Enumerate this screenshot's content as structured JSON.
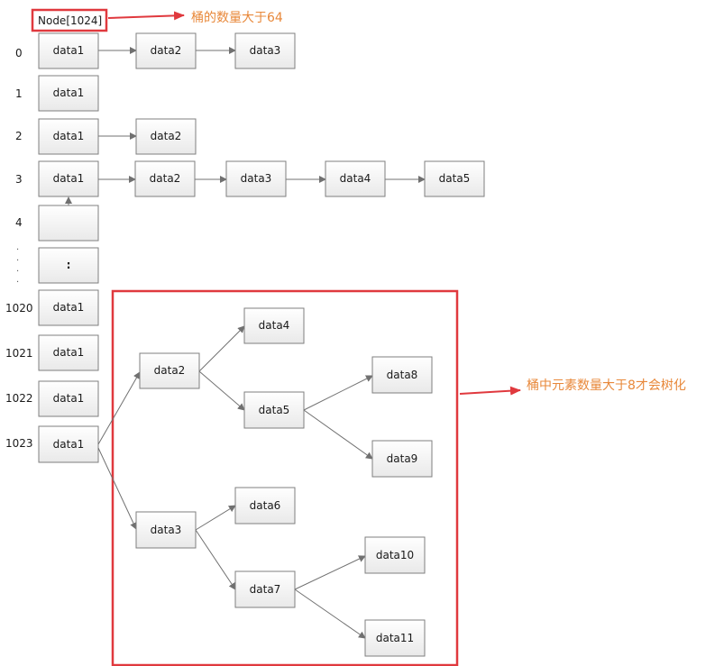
{
  "title": "Node[1024]",
  "note_buckets": "桶的数量大于64",
  "note_tree": "桶中元素数量大于8才会树化",
  "ellipsis_label": ":",
  "indices": [
    "0",
    "1",
    "2",
    "3",
    "4",
    "1020",
    "1021",
    "1022",
    "1023"
  ],
  "chains": {
    "row0": [
      "data1",
      "data2",
      "data3"
    ],
    "row1": [
      "data1"
    ],
    "row2": [
      "data1",
      "data2"
    ],
    "row3": [
      "data1",
      "data2",
      "data3",
      "data4",
      "data5"
    ],
    "row1020": [
      "data1"
    ],
    "row1021": [
      "data1"
    ],
    "row1022": [
      "data1"
    ],
    "row1023": [
      "data1"
    ]
  },
  "tree": {
    "root": "data1",
    "level1": [
      "data2",
      "data3"
    ],
    "level2": [
      "data4",
      "data5",
      "data6",
      "data7"
    ],
    "level3": [
      "data8",
      "data9",
      "data10",
      "data11"
    ]
  },
  "colors": {
    "highlight": "#e0393e",
    "note": "#e8883a",
    "box_border": "#7f7f7f",
    "edge": "#707070"
  }
}
